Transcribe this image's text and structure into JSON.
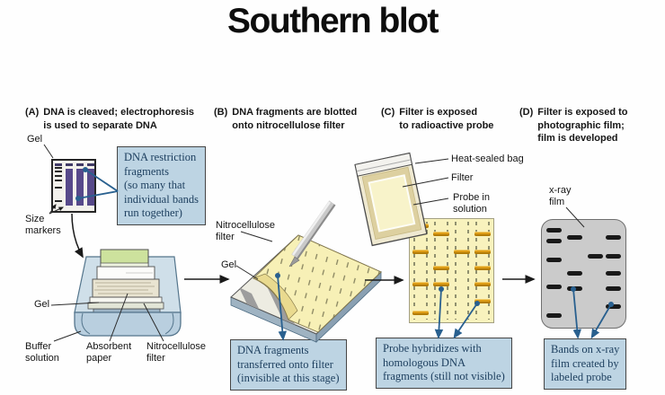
{
  "title": "Southern blot",
  "palette": {
    "callout_bg": "#bdd4e3",
    "callout_text": "#1c3e5e",
    "leader_blue": "#29608f",
    "gel_purple": "#57498a",
    "probe_band_orange": "#dd9c16",
    "film_gray": "#cbcbcb",
    "film_band_black": "#191919",
    "filter_yellow": "#f8f2bd",
    "tray_blue": "#b9cfdf",
    "weight_green": "#cde29d"
  },
  "panels": {
    "a": {
      "tag": "(A)",
      "heading_lines": [
        "DNA is cleaved; electrophoresis",
        "is used to separate DNA"
      ],
      "gel_label": "Gel",
      "size_markers_lines": [
        "Size",
        "markers"
      ],
      "callout_lines": [
        "DNA restriction",
        "fragments",
        "(so many that",
        "individual bands",
        "run together)"
      ],
      "marker_rows_pct": [
        13,
        20,
        28,
        38,
        52,
        78
      ],
      "lane_count": 3,
      "stack_gel_label": "Gel",
      "buffer_lines": [
        "Buffer",
        "solution"
      ],
      "absorbent_lines": [
        "Absorbent",
        "paper"
      ],
      "filter_lines": [
        "Nitrocellulose",
        "filter"
      ]
    },
    "b": {
      "tag": "(B)",
      "heading_lines": [
        "DNA fragments are blotted",
        "onto nitrocellulose filter"
      ],
      "filter_label_lines": [
        "Nitrocellulose",
        "filter"
      ],
      "gel_label": "Gel",
      "callout_lines": [
        "DNA fragments",
        "transferred onto filter",
        "(invisible at this stage)"
      ]
    },
    "c": {
      "tag": "(C)",
      "heading_lines": [
        "Filter is exposed",
        "to radioactive probe"
      ],
      "bag_label": "Heat-sealed bag",
      "filter_label": "Filter",
      "probe_lines": [
        "Probe in",
        "solution"
      ],
      "callout_lines": [
        "Probe hybridizes with",
        "homologous DNA",
        "fragments (still not visible)"
      ],
      "lanes_pct": [
        13,
        38,
        62,
        87
      ],
      "bands": [
        {
          "lane": 0,
          "y": 6
        },
        {
          "lane": 0,
          "y": 31
        },
        {
          "lane": 0,
          "y": 63
        },
        {
          "lane": 0,
          "y": 90
        },
        {
          "lane": 1,
          "y": 14
        },
        {
          "lane": 1,
          "y": 47
        },
        {
          "lane": 1,
          "y": 63
        },
        {
          "lane": 2,
          "y": 31
        },
        {
          "lane": 3,
          "y": 14
        },
        {
          "lane": 3,
          "y": 31
        },
        {
          "lane": 3,
          "y": 47
        },
        {
          "lane": 3,
          "y": 63
        },
        {
          "lane": 3,
          "y": 79
        }
      ]
    },
    "d": {
      "tag": "(D)",
      "heading_lines": [
        "Filter is exposed to",
        "photographic film;",
        "film is developed"
      ],
      "film_lines": [
        "x-ray",
        "film"
      ],
      "callout_lines": [
        "Bands on x-ray",
        "film created by",
        "labeled probe"
      ],
      "lanes_pct": [
        14,
        39,
        64,
        86
      ],
      "bands": [
        {
          "lane": 0,
          "y": 9
        },
        {
          "lane": 0,
          "y": 19
        },
        {
          "lane": 0,
          "y": 37
        },
        {
          "lane": 0,
          "y": 62
        },
        {
          "lane": 0,
          "y": 88
        },
        {
          "lane": 1,
          "y": 16
        },
        {
          "lane": 1,
          "y": 49
        },
        {
          "lane": 1,
          "y": 63
        },
        {
          "lane": 2,
          "y": 33
        },
        {
          "lane": 3,
          "y": 16
        },
        {
          "lane": 3,
          "y": 33
        },
        {
          "lane": 3,
          "y": 49
        },
        {
          "lane": 3,
          "y": 63
        },
        {
          "lane": 3,
          "y": 80
        }
      ]
    }
  }
}
